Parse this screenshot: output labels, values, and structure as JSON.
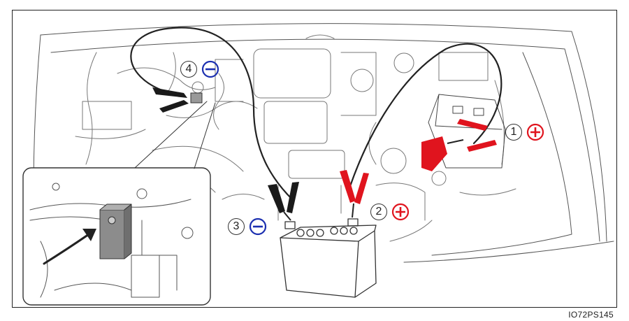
{
  "steps": [
    {
      "number": "1",
      "polarity": "positive",
      "color": "#e0141e"
    },
    {
      "number": "2",
      "polarity": "positive",
      "color": "#e0141e"
    },
    {
      "number": "3",
      "polarity": "negative",
      "color": "#1b2fb0"
    },
    {
      "number": "4",
      "polarity": "negative",
      "color": "#1b2fb0"
    }
  ],
  "figure_code": "IO72PS145",
  "colors": {
    "red_clamp": "#e0141e",
    "black_clamp": "#1a1a1a",
    "negative_blue": "#1b2fb0",
    "line": "#333333"
  },
  "icons": [
    "positive-sign-icon",
    "negative-sign-icon",
    "jumper-cable-clamp-icon",
    "battery-icon",
    "arrow-icon"
  ]
}
